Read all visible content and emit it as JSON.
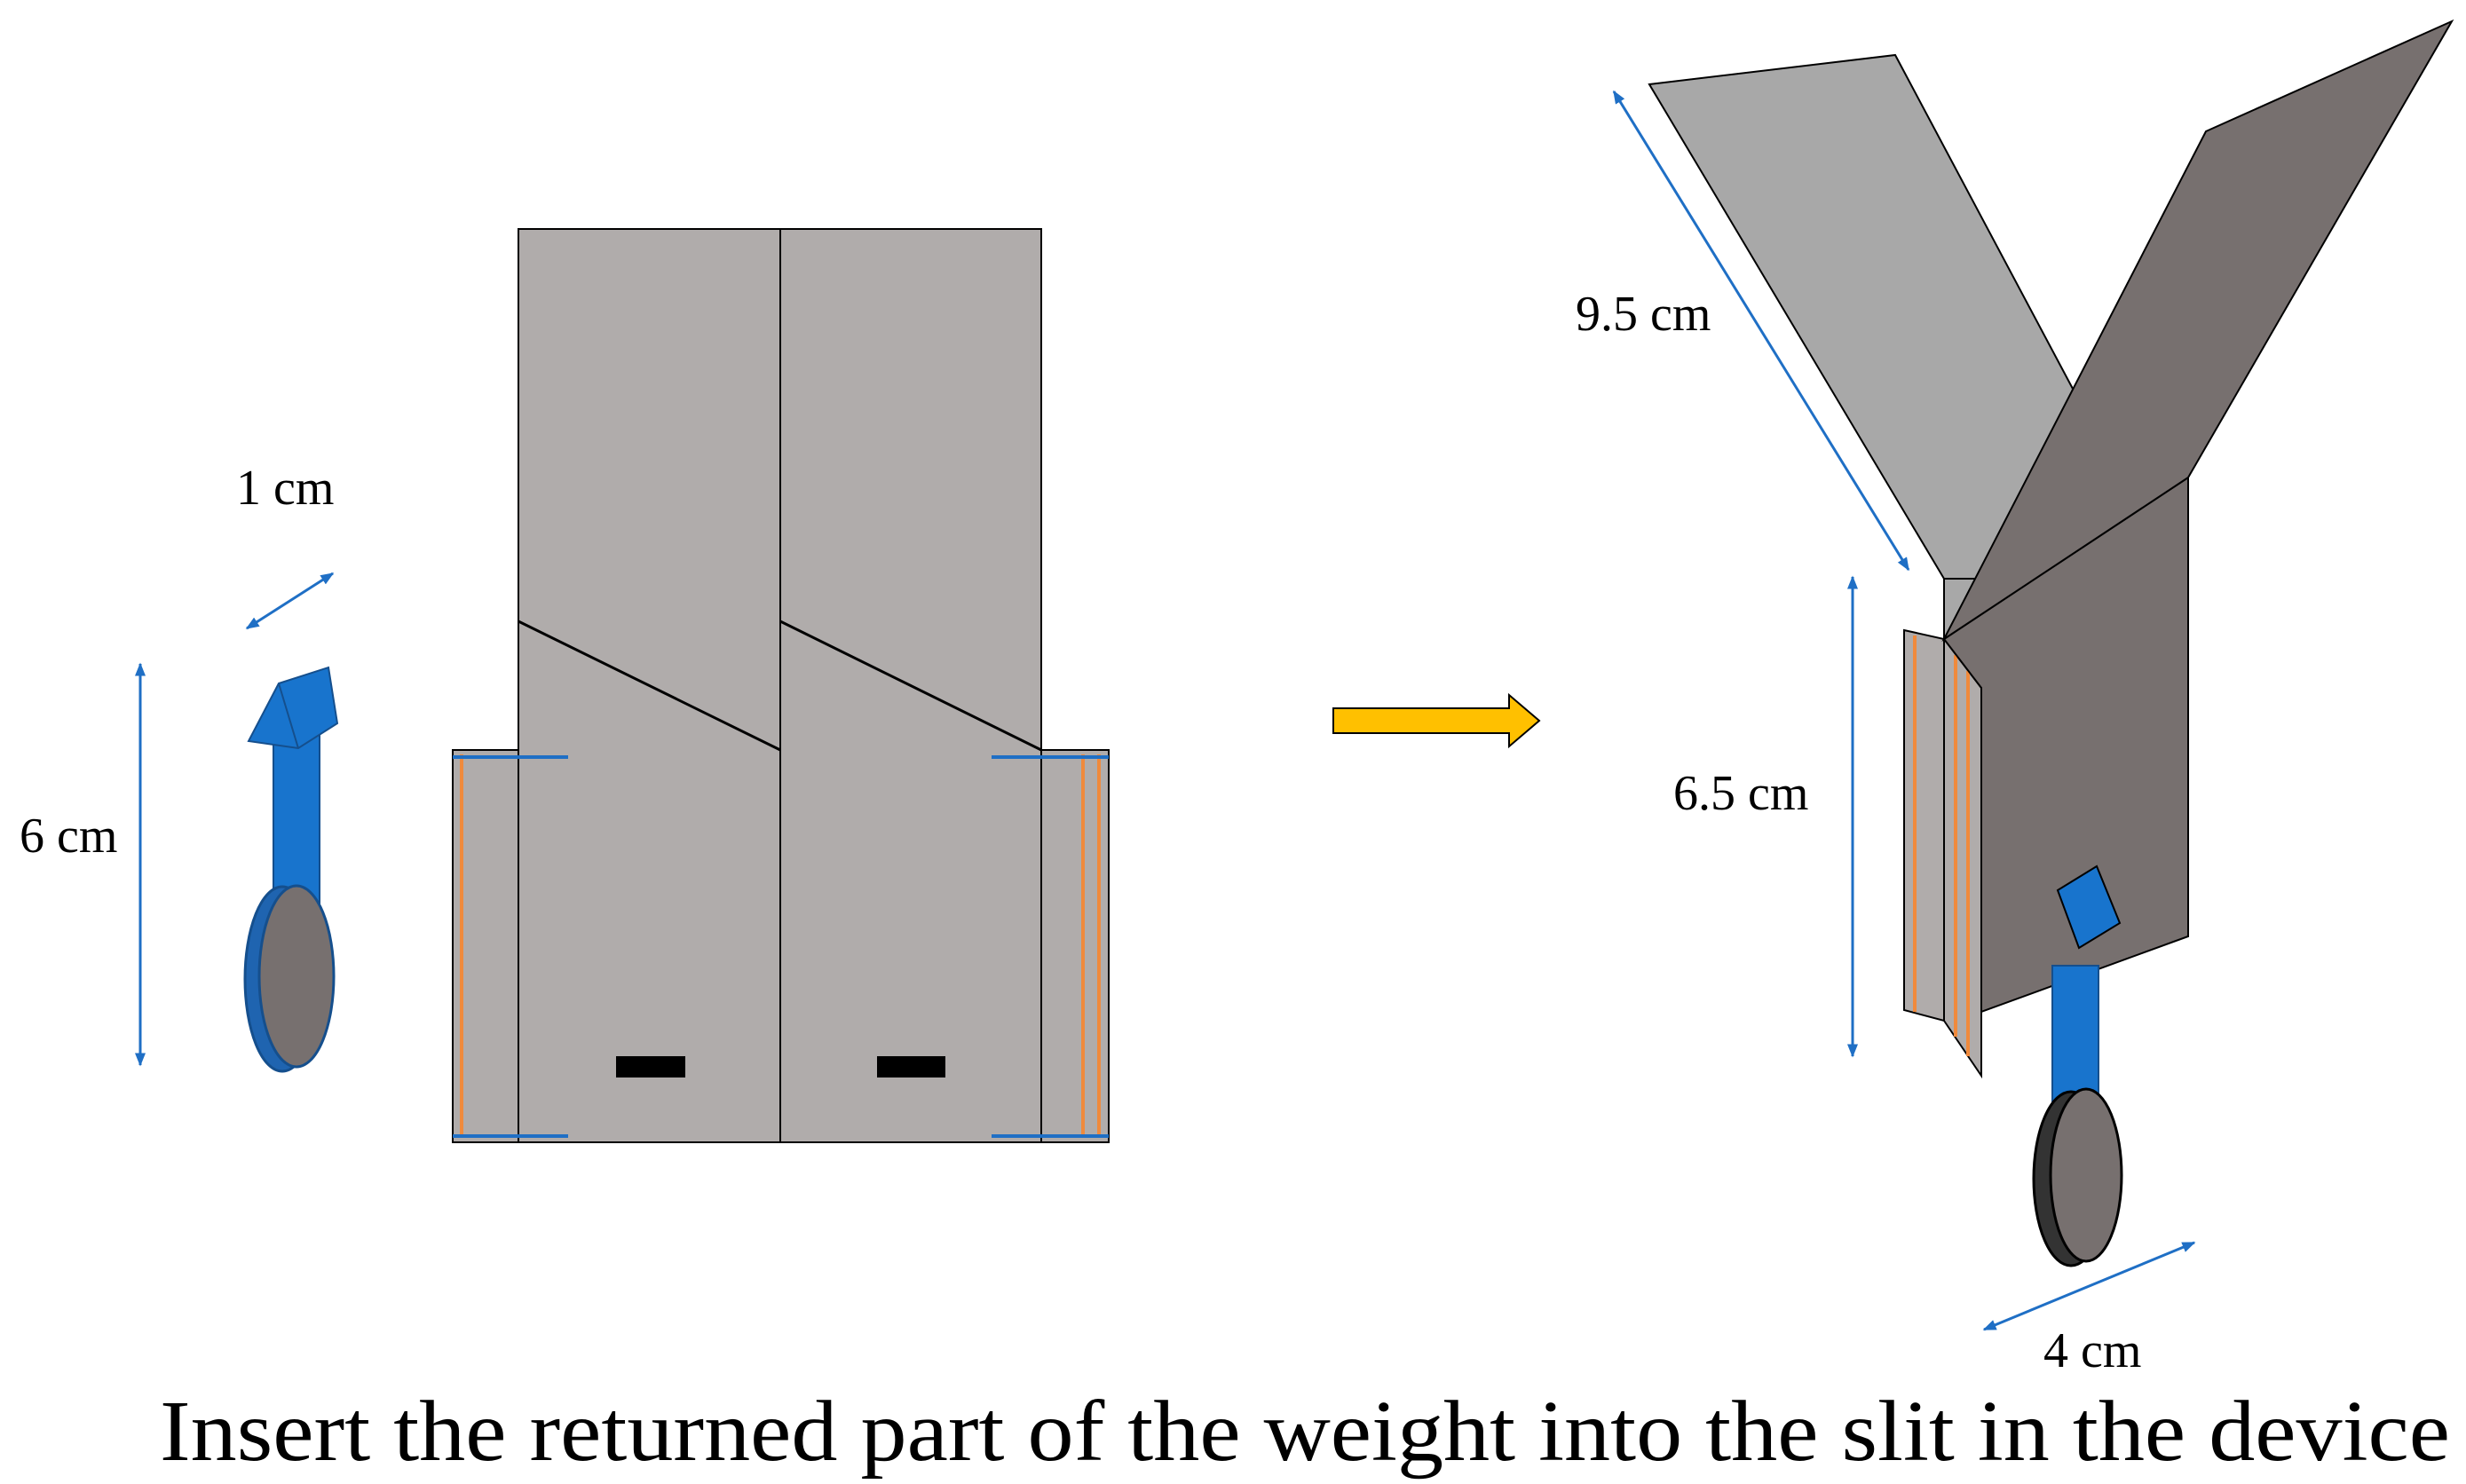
{
  "labels": {
    "weight_width": "1 cm",
    "weight_length": "6 cm",
    "flap_length": "9.5 cm",
    "side_height": "6.5 cm",
    "base_width": "4 cm"
  },
  "caption": "Insert the returned part of the weight into the slit in the device",
  "colors": {
    "panel_light": "#b0acab",
    "panel_dark": "#77706f",
    "flap_light": "#a8a8a8",
    "weight_blue": "#1874cd",
    "weight_disc": "#77706f",
    "fold_line_orange": "#f08a3c",
    "dimension_arrow": "#1f6fc5",
    "transition_arrow": "#ffc000",
    "slit": "#000000"
  }
}
